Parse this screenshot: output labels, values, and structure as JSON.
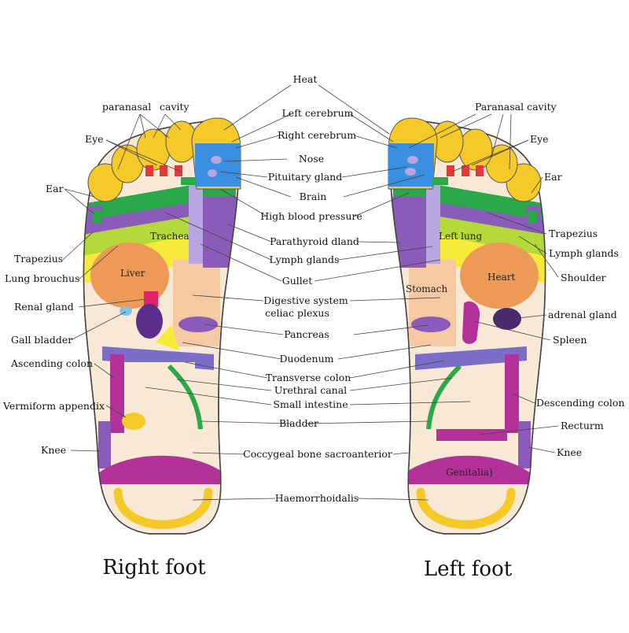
{
  "titles": {
    "right_foot": "Right foot",
    "left_foot": "Left foot"
  },
  "center_labels": {
    "heat": "Heat",
    "left_cerebrum": "Left cerebrum",
    "right_cerebrum": "Right cerebrum",
    "nose": "Nose",
    "pituitary_gland": "Pituitary gland",
    "brain": "Brain",
    "high_blood_pressure": "High blood pressure",
    "parathyroid_gland": "Parathyroid dland",
    "lymph_glands": "Lymph glands",
    "gullet": "Gullet",
    "digestive_system": "Digestive system",
    "celiac_plexus": "celiac plexus",
    "pancreas": "Pancreas",
    "duodenum": "Duodenum",
    "transverse_colon": "Transverse colon",
    "urethral_canal": "Urethral canal",
    "small_intestine": "Small intestine",
    "bladder": "Bladder",
    "coccygeal": "Coccygeal bone sacroanterior",
    "haemorrhoidalis": "Haemorrhoidalis"
  },
  "right_foot_labels": {
    "paranasal": "paranasal",
    "cavity": "cavity",
    "eye": "Eye",
    "ear": "Ear",
    "trapezius": "Trapezius",
    "lung_bronchus": "Lung brouchus",
    "renal_gland": "Renal gland",
    "gall_bladder": "Gall bladder",
    "ascending_colon": "Ascending colon",
    "vermiform_appendix": "Vermiform appendix",
    "knee": "Knee"
  },
  "left_foot_labels": {
    "paranasal_cavity": "Paranasal cavity",
    "eye": "Eye",
    "ear": "Ear",
    "trapezius": "Trapezius",
    "lymph_glands": "Lymph glands",
    "shoulder": "Shoulder",
    "adrenal_gland": "adrenal gland",
    "spleen": "Spleen",
    "descending_colon": "Descending colon",
    "rectum": "Recturm",
    "knee": "Knee"
  },
  "inner_labels": {
    "trachea": "Trachea",
    "liver": "Liver",
    "left_lung": "Left lung",
    "stomach": "Stomach",
    "heart": "Heart",
    "genitalia": "Genitalia)"
  },
  "colors": {
    "sole": "#f8e9d6",
    "toe_yellow": "#f5c928",
    "big_toe_blue": "#3b8fe0",
    "green": "#2aa84a",
    "purple": "#8a5bb8",
    "light_purple": "#b7a6e0",
    "lime": "#b3d93a",
    "yellow": "#f7ea3b",
    "orange": "#ec9a55",
    "peach": "#f7c9a3",
    "magenta": "#b3329a",
    "violet_band": "#7b6ec8",
    "red": "#e23a3a"
  }
}
